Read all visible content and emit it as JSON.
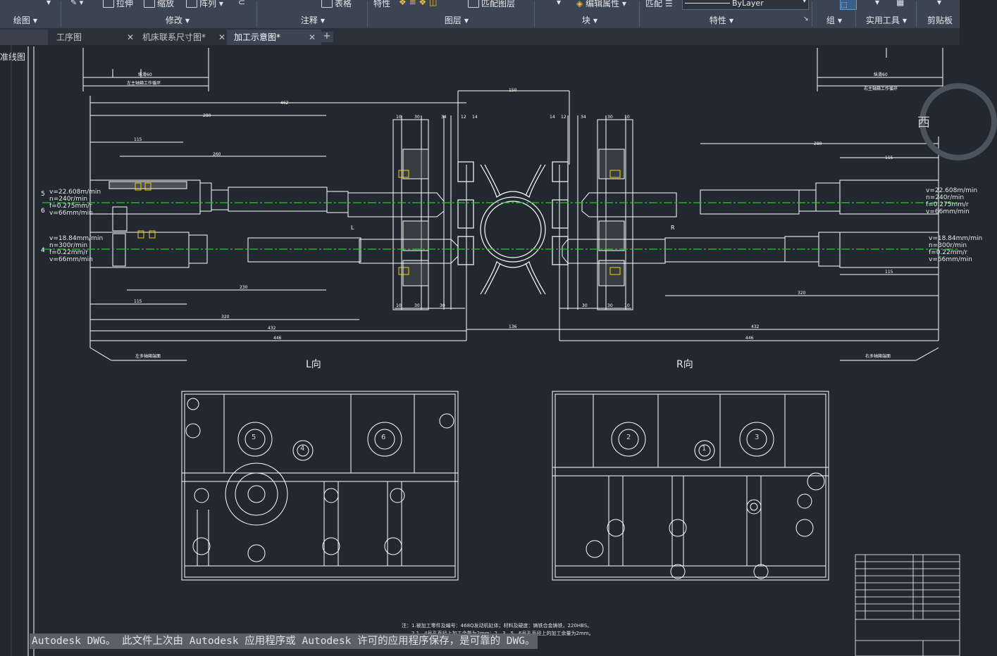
{
  "ribbon": {
    "top_items": [
      {
        "label": "",
        "icon": "chevron-down-icon"
      },
      {
        "label": "拉伸",
        "icon": "stretch-icon"
      },
      {
        "label": "缩放",
        "icon": "scale-icon"
      },
      {
        "label": "阵列",
        "icon": "array-icon"
      },
      {
        "label": "表格",
        "icon": "table-icon"
      },
      {
        "label": "特性",
        "icon": "properties-icon"
      },
      {
        "label": "匹配图层",
        "icon": "match-layer-icon"
      },
      {
        "label": "编辑属性",
        "icon": "edit-attribute-icon"
      },
      {
        "label": "匹配",
        "icon": "match-properties-icon"
      }
    ],
    "linetype_value": "ByLayer",
    "panels": [
      "绘图",
      "修改",
      "注释",
      "图层",
      "块",
      "特性",
      "组",
      "实用工具",
      "剪贴板"
    ]
  },
  "tabs": [
    {
      "label": "工序图",
      "active": false
    },
    {
      "label": "机床联系尺寸图*",
      "active": false
    },
    {
      "label": "加工示意图*",
      "active": true
    }
  ],
  "canvas": {
    "left_label": "准线图",
    "compass_letter": "西",
    "view_labels": {
      "left": "L向",
      "right": "R向"
    },
    "params_left_top": [
      "v=22.608m/min",
      "n=240r/min",
      "f=0.275mm/r",
      "v=66mm/min"
    ],
    "params_left_bottom": [
      "v=18.84mm/min",
      "n=300r/min",
      "f=0.22mm/r",
      "v=66mm/min"
    ],
    "params_right_top": [
      "v=22.608m/min",
      "n=240r/min",
      "f=0.275mm/r",
      "v=66mm/min"
    ],
    "params_right_bottom": [
      "v=18.84mm/min",
      "n=300r/min",
      "f=0.22mm/r",
      "v=66mm/min"
    ],
    "spindle_numbers_left": [
      "5",
      "6",
      "4"
    ],
    "face_labels_left": [
      "5",
      "6",
      "4"
    ],
    "face_labels_right": [
      "2",
      "1",
      "3"
    ],
    "dimensions": {
      "d462": "462",
      "d280": "280",
      "d260": "260",
      "d115": "115",
      "d230": "230",
      "d320": "320",
      "d432": "432",
      "d446": "446",
      "d136": "136",
      "d150": "150",
      "d10": "10",
      "d30": "30",
      "d34": "34",
      "d12": "12",
      "d14": "14",
      "d60": "纵滑60"
    },
    "caption_left": "左主轴箱工作循环",
    "caption_right": "右主轴箱工作循环",
    "bottom_left_caption": "左多轴箱端面",
    "bottom_right_caption": "右多轴箱端面",
    "marker_l": "L",
    "marker_r": "R",
    "note_line1": "注：1.被加工零件及编号：468Q发动机缸体；材料及硬度：铸铁合金铸铁，220HBS。",
    "note_line2": "2.1、4号孔直径上加工余量为2mm；2、3、5、6号孔直径上的加工余量为2mm。"
  },
  "status_message": "Autodesk DWG。 此文件上次由 Autodesk 应用程序或 Autodesk 许可的应用程序保存，是可靠的 DWG。"
}
